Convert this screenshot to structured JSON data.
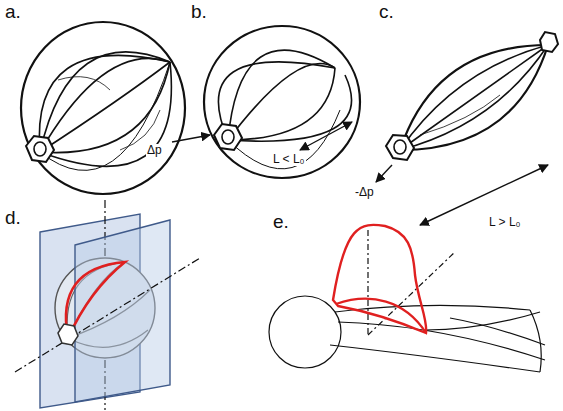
{
  "diagram": {
    "labels": [
      "a.",
      "b.",
      "c.",
      "d.",
      "e.",
      "Δp",
      "L < L₀",
      "-Δp",
      "L > L₀"
    ]
  }
}
